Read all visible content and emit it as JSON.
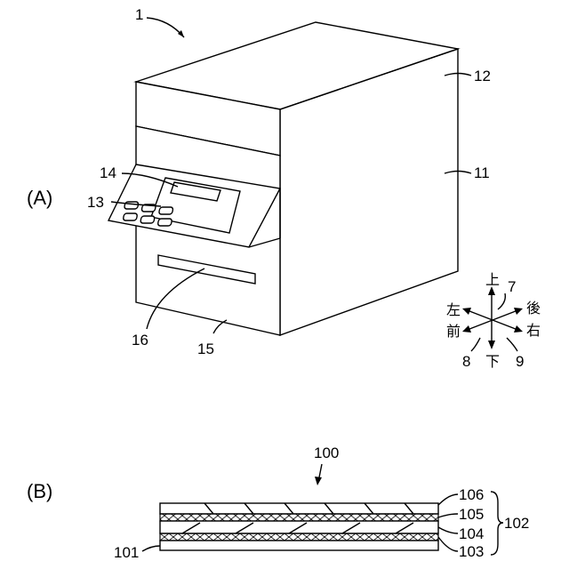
{
  "panel_a": {
    "label": "(A)",
    "refs": {
      "device": "1",
      "body": "11",
      "top_cover": "12",
      "buttons": "13",
      "display": "14",
      "drawer": "15",
      "slot": "16",
      "axis_ud": "7",
      "axis_fb": "8",
      "axis_lr": "9"
    },
    "directions": {
      "up": "上",
      "down": "下",
      "left": "左",
      "right": "右",
      "front": "前",
      "back": "後"
    }
  },
  "panel_b": {
    "label": "(B)",
    "refs": {
      "sheet": "100",
      "base": "101",
      "stack": "102",
      "layer_103": "103",
      "layer_104": "104",
      "layer_105": "105",
      "layer_106": "106"
    }
  }
}
